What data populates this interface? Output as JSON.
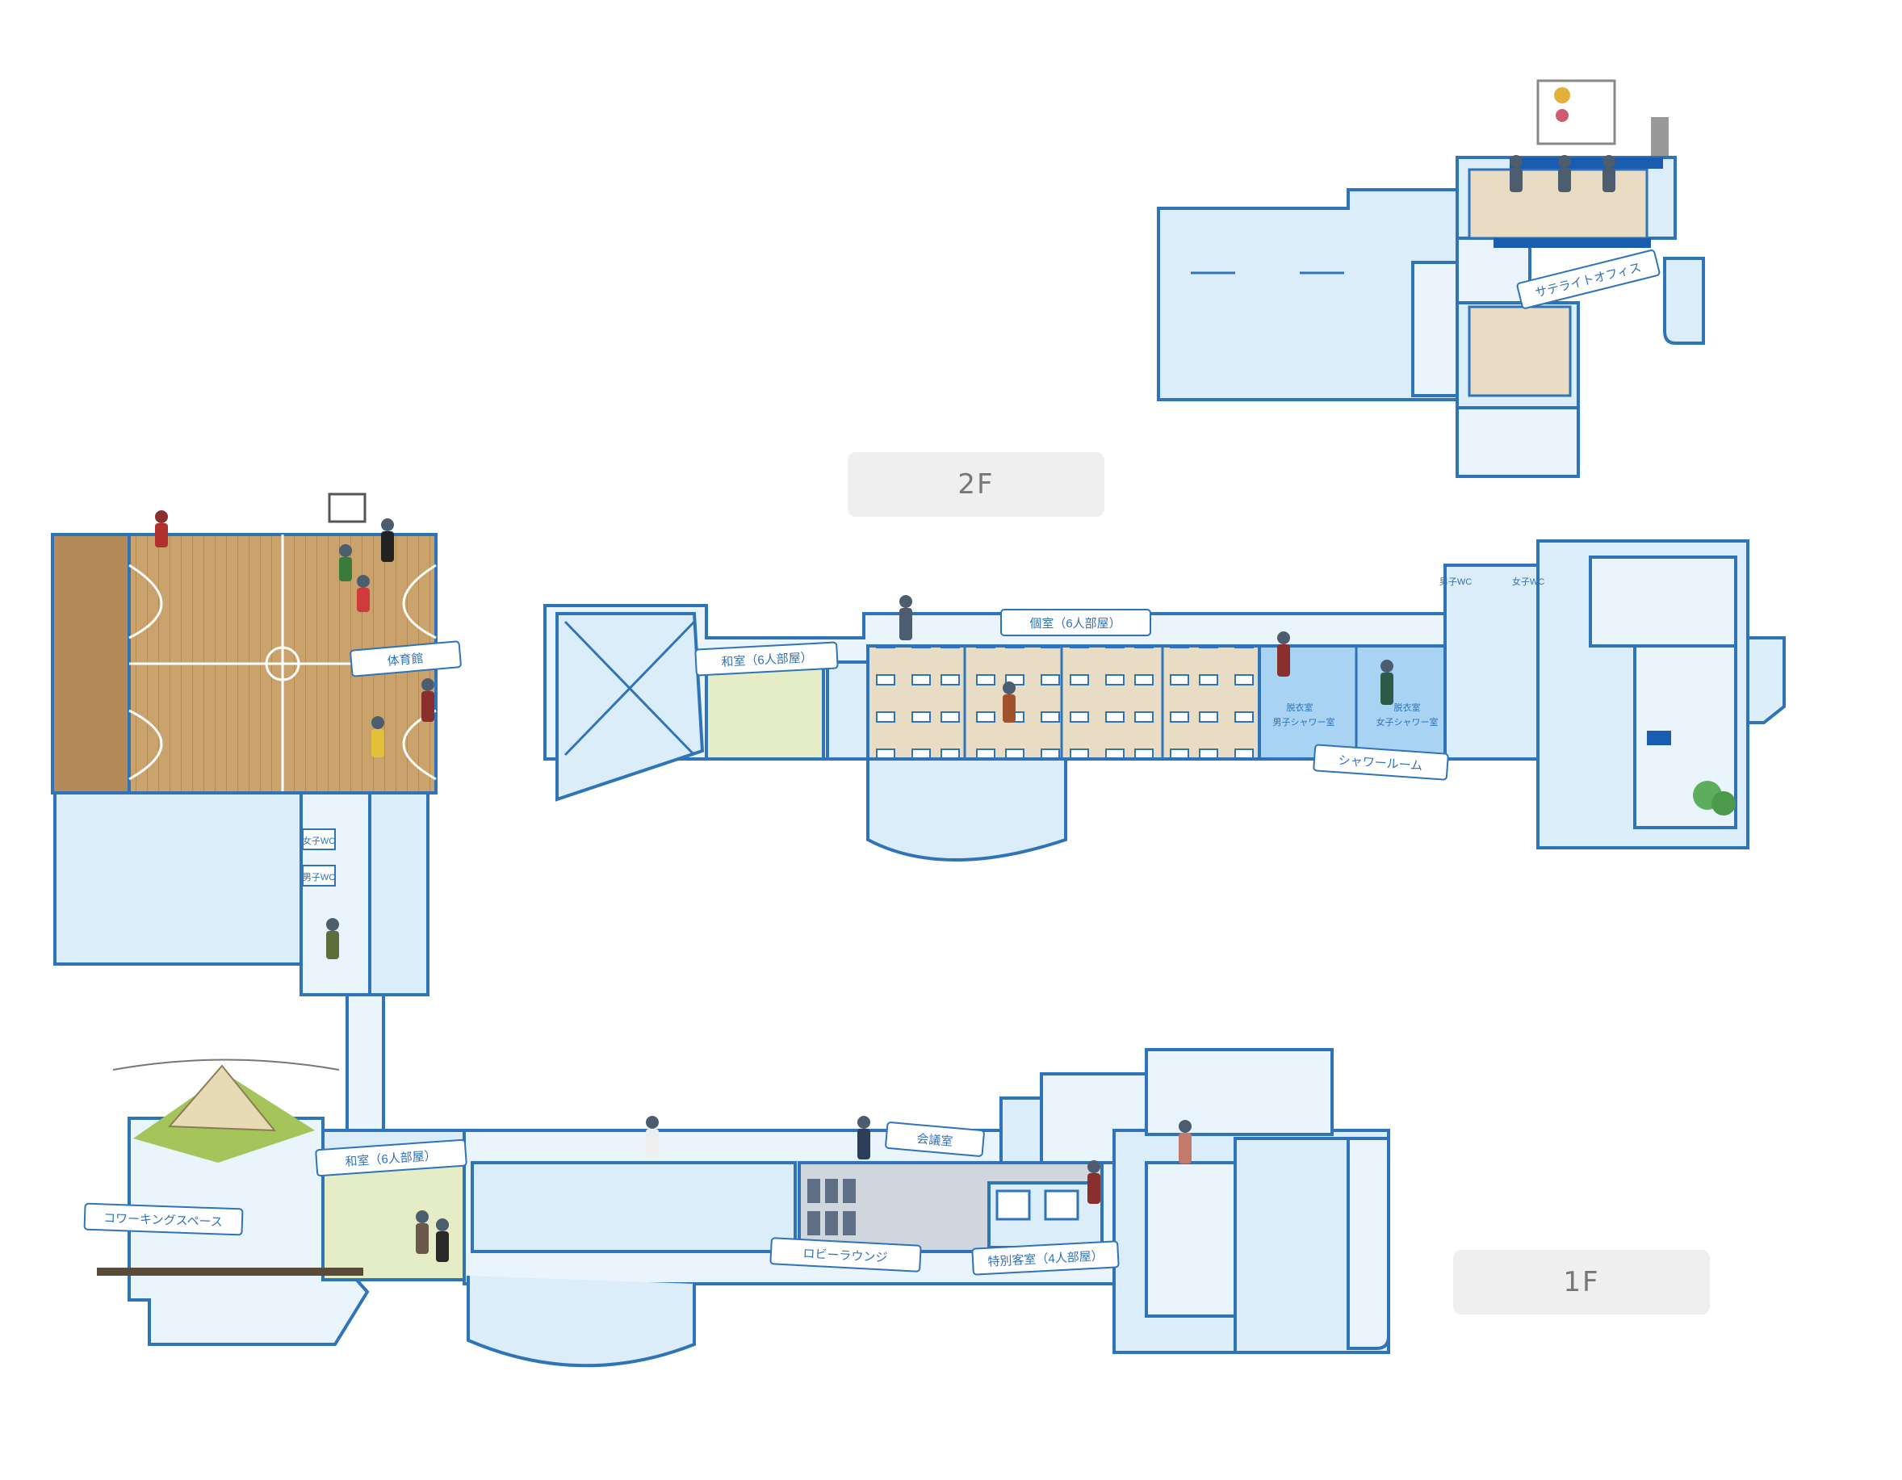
{
  "floors": {
    "upper": "2F",
    "lower": "1F"
  },
  "rooms": {
    "satellite_office": "サテライトオフィス",
    "gym": "体育館",
    "japanese_room_2f": "和室（6人部屋）",
    "private_rooms": "個室（6人部屋）",
    "shower_room": "シャワールーム",
    "dressing_room_men": "脱衣室",
    "men_shower": "男子シャワー室",
    "dressing_room_women": "脱衣室",
    "women_shower": "女子シャワー室",
    "men_wc_2f": "男子WC",
    "women_wc_2f": "女子WC",
    "women_wc_1f": "女子WC",
    "men_wc_1f": "男子WC",
    "japanese_room_1f": "和室（6人部屋）",
    "coworking": "コワーキングスペース",
    "meeting_room": "会議室",
    "lobby_lounge": "ロビーラウンジ",
    "special_guest_room": "特別客室（4人部屋）"
  },
  "colors": {
    "wall": "#2f73b8",
    "floor_fill": "#dcedfa",
    "corridor_fill": "#e9f4fc",
    "gym_wood": "#c9a26c",
    "tatami": "#e4edc6",
    "room_beige": "#e8dcc4",
    "shower_blue": "#a9d3f3"
  }
}
